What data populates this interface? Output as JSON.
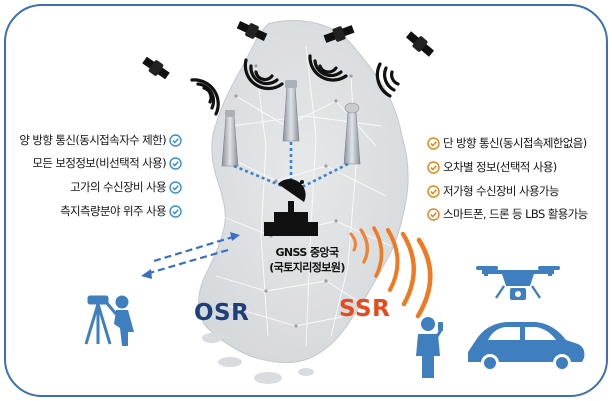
{
  "osr_features": [
    "양 방향 통신(동시접속자수 제한)",
    "모든 보정정보(비선택적 사용)",
    "고가의 수신장비 사용",
    "측지측량분야 위주 사용"
  ],
  "ssr_features": [
    "단 방향 통신(동시접속제한없음)",
    "오차별 정보(선택적 사용)",
    "저가형 수신장비 사용가능",
    "스마트폰, 드론 등 LBS 활용가능"
  ],
  "center": {
    "line1": "GNSS 중앙국",
    "line2": "(국토지리정보원)"
  },
  "labels": {
    "osr": "OSR",
    "ssr": "SSR"
  },
  "colors": {
    "frame": "#3a6fb4",
    "osr_text": "#1f3f7a",
    "ssr_text": "#e8491d",
    "osr_check": "#3b8fd0",
    "ssr_check": "#e8821d",
    "icon_blue": "#3f7fbf",
    "wave_orange": "#f07a22"
  }
}
